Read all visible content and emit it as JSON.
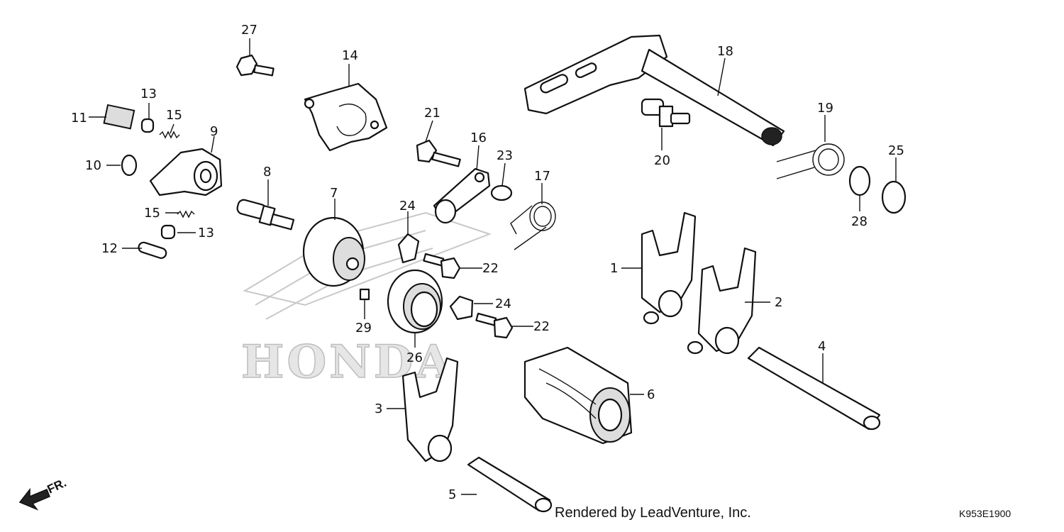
{
  "watermark": {
    "brand": "HONDA"
  },
  "orientation": {
    "label": "FR."
  },
  "callouts": {
    "c1": "1",
    "c2": "2",
    "c3": "3",
    "c4": "4",
    "c5": "5",
    "c6": "6",
    "c7": "7",
    "c8": "8",
    "c9": "9",
    "c10": "10",
    "c11": "11",
    "c12": "12",
    "c13a": "13",
    "c13b": "13",
    "c14": "14",
    "c15a": "15",
    "c15b": "15",
    "c16": "16",
    "c17": "17",
    "c18": "18",
    "c19": "19",
    "c20": "20",
    "c21": "21",
    "c22a": "22",
    "c22b": "22",
    "c23": "23",
    "c24a": "24",
    "c24b": "24",
    "c25": "25",
    "c26": "26",
    "c27": "27",
    "c28": "28",
    "c29": "29"
  },
  "footer": {
    "credit": "Rendered by LeadVenture, Inc.",
    "code": "K953E1900"
  }
}
